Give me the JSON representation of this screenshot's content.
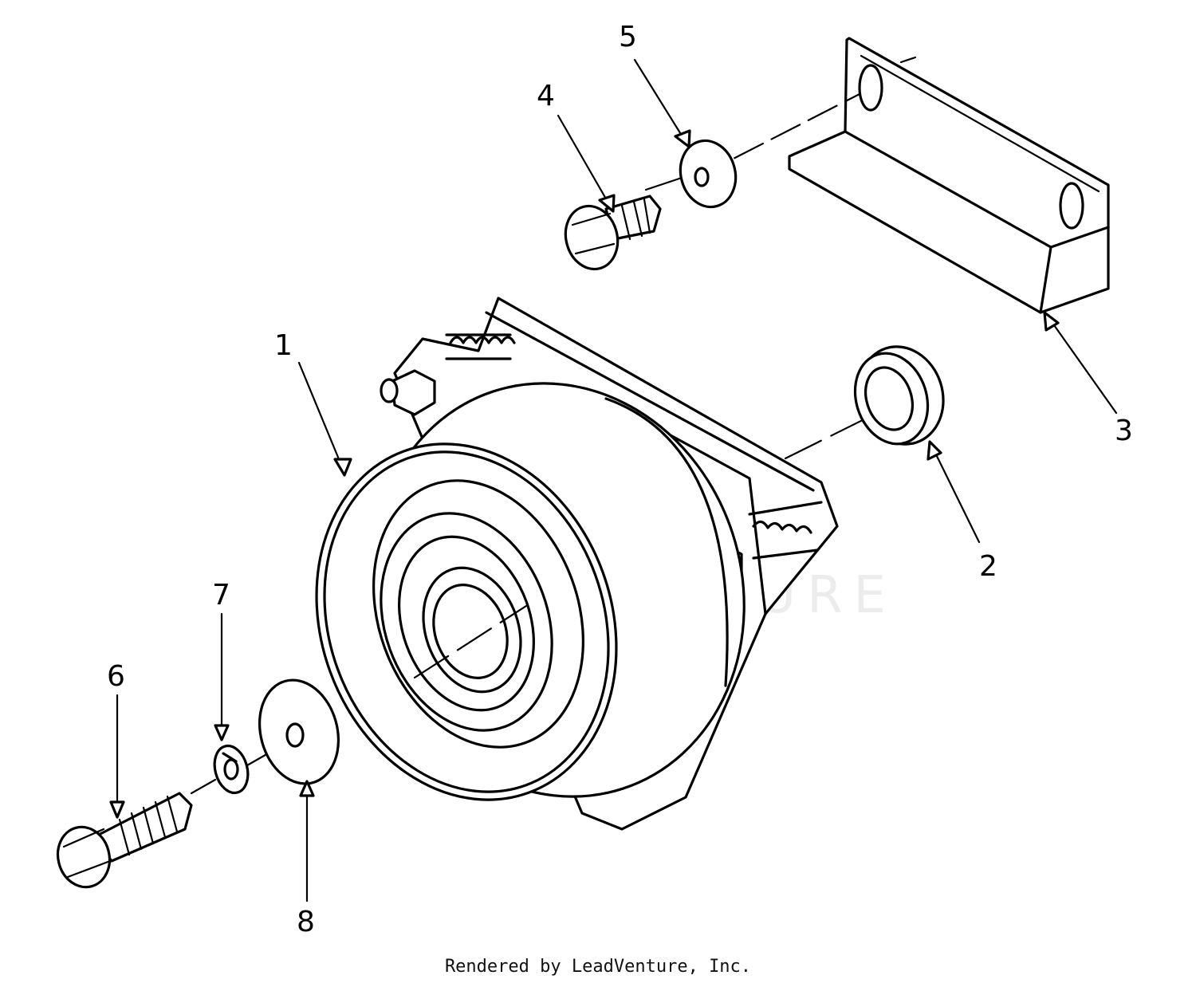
{
  "callouts": [
    {
      "label": "1"
    },
    {
      "label": "2"
    },
    {
      "label": "3"
    },
    {
      "label": "4"
    },
    {
      "label": "5"
    },
    {
      "label": "6"
    },
    {
      "label": "7"
    },
    {
      "label": "8"
    }
  ],
  "watermark": "LEADVENTURE",
  "footer": "Rendered by LeadVenture, Inc."
}
